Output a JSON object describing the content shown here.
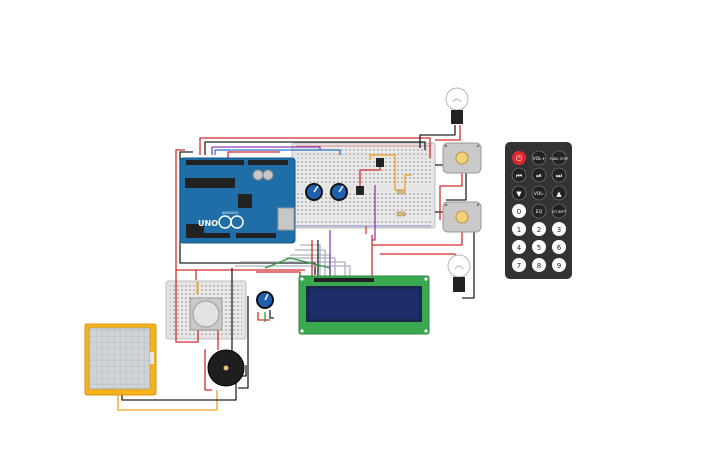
{
  "arduino": {
    "brand": "UNO",
    "board_text": "ARDUINO",
    "icon": "arduino-infinity-logo"
  },
  "remote": {
    "icon": "ir-remote-control",
    "buttons": [
      "power",
      "VOL+",
      "FUNC/STOP",
      "prev",
      "play-pause",
      "next",
      "down",
      "VOL-",
      "up",
      "0",
      "EQ",
      "ST/REPT",
      "1",
      "2",
      "3",
      "4",
      "5",
      "6",
      "7",
      "8",
      "9"
    ],
    "labels": {
      "vol_up": "VOL+",
      "func_stop": "FUNC STOP",
      "vol_down": "VOL-",
      "eq": "EQ",
      "st_rept": "ST/ REPT",
      "n0": "0",
      "n1": "1",
      "n2": "2",
      "n3": "3",
      "n4": "4",
      "n5": "5",
      "n6": "6",
      "n7": "7",
      "n8": "8",
      "n9": "9"
    }
  },
  "colors": {
    "arduino_blue": "#1f6ea8",
    "lcd_green": "#3aa84f",
    "lcd_screen": "#1c2f6b",
    "remote_body": "#333333",
    "power_red": "#e0282e",
    "wire_red": "#d42b2b",
    "wire_black": "#222222",
    "wire_orange": "#f0a020",
    "wire_green": "#2e9a3a",
    "wire_purple": "#8a3fb0",
    "touch_panel_yellow": "#f5b21c"
  }
}
